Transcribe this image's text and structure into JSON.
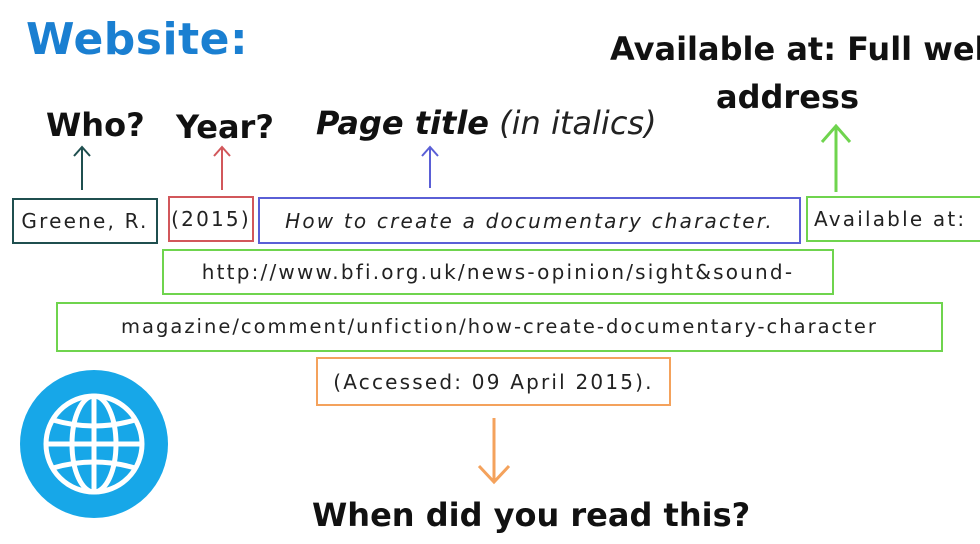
{
  "title": "Website:",
  "labels": {
    "who": "Who?",
    "year": "Year?",
    "page_title_bold": "Page title",
    "page_title_rest": " (in italics)",
    "available_line1": "Available at: Full web",
    "available_line2": "address",
    "accessed_question": "When did you read this?"
  },
  "citation": {
    "author": "Greene, R.",
    "year": "(2015)",
    "page_title": "How to create a documentary character.",
    "available": "Available at:",
    "url_line1": "http://www.bfi.org.uk/news-opinion/sight&sound-",
    "url_line2": "magazine/comment/unfiction/how-create-documentary-character",
    "accessed": "(Accessed: 09 April 2015)."
  },
  "colors": {
    "title": "#1a7fd1",
    "who": "#1f4f4f",
    "year": "#d2575b",
    "page_title": "#5a5fd6",
    "available": "#6fd44e",
    "accessed": "#f4a25c",
    "globe_bg": "#17a7e8"
  },
  "icons": {
    "globe": "globe-icon"
  }
}
